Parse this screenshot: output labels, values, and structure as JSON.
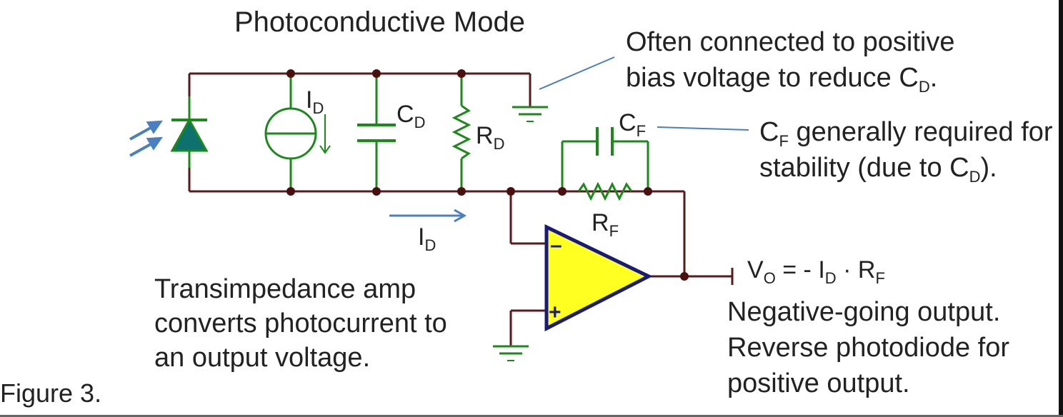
{
  "title": "Photoconductive Mode",
  "figure_label": "Figure 3.",
  "notes": {
    "bias_line1": "Often connected to positive",
    "bias_line2_prefix": "bias voltage to reduce C",
    "bias_line2_sub": "D",
    "bias_line2_suffix": ".",
    "cf_line1_main": "C",
    "cf_line1_sub": "F",
    "cf_line1_rest": " generally required for",
    "cf_line2_prefix": "stability (due to C",
    "cf_line2_sub": "D",
    "cf_line2_suffix": ").",
    "tia_line1": "Transimpedance amp",
    "tia_line2": "converts photocurrent to",
    "tia_line3": "an output voltage.",
    "neg_line1": "Negative-going output.",
    "neg_line2": "Reverse photodiode for",
    "neg_line3": "positive output."
  },
  "labels": {
    "id_source_main": "I",
    "id_source_sub": "D",
    "cd_main": "C",
    "cd_sub": "D",
    "rd_main": "R",
    "rd_sub": "D",
    "cf_main": "C",
    "cf_sub": "F",
    "rf_main": "R",
    "rf_sub": "F",
    "id_flow_main": "I",
    "id_flow_sub": "D",
    "vo_v": "V",
    "vo_v_sub": "O",
    "vo_eq": " = - I",
    "vo_i_sub": "D",
    "vo_dot": " · R",
    "vo_r_sub": "F",
    "opamp_minus": "–",
    "opamp_plus": "+"
  },
  "colors": {
    "wire": "#5a1a1a",
    "node": "#4a1010",
    "component": "#1b8a1b",
    "photodiode_fill": "#0f7070",
    "light_arrow": "#4a7fc1",
    "opamp_fill": "#ffff22",
    "opamp_stroke": "#1a1a7a",
    "callout": "#4a7fc1"
  }
}
